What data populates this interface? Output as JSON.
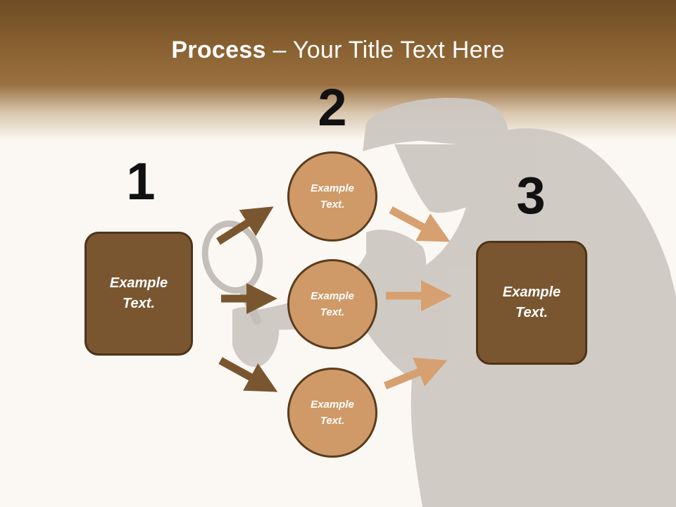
{
  "slide": {
    "title_bold": "Process",
    "title_rest": " – Your Title Text Here",
    "colors": {
      "header": "#8a6232",
      "box_fill": "#7a5630",
      "circle_fill": "#cf9a68",
      "arrow_dark": "#7a5630",
      "arrow_light": "#cf9a68",
      "silhouette": "#cdc8c2"
    },
    "background_icon": "detective-silhouette"
  },
  "steps": {
    "n1": "1",
    "n2": "2",
    "n3": "3"
  },
  "source_box": {
    "text": "Example Text."
  },
  "middle_circles": [
    {
      "text": "Example Text."
    },
    {
      "text": "Example Text."
    },
    {
      "text": "Example Text."
    }
  ],
  "target_box": {
    "text": "Example Text."
  }
}
